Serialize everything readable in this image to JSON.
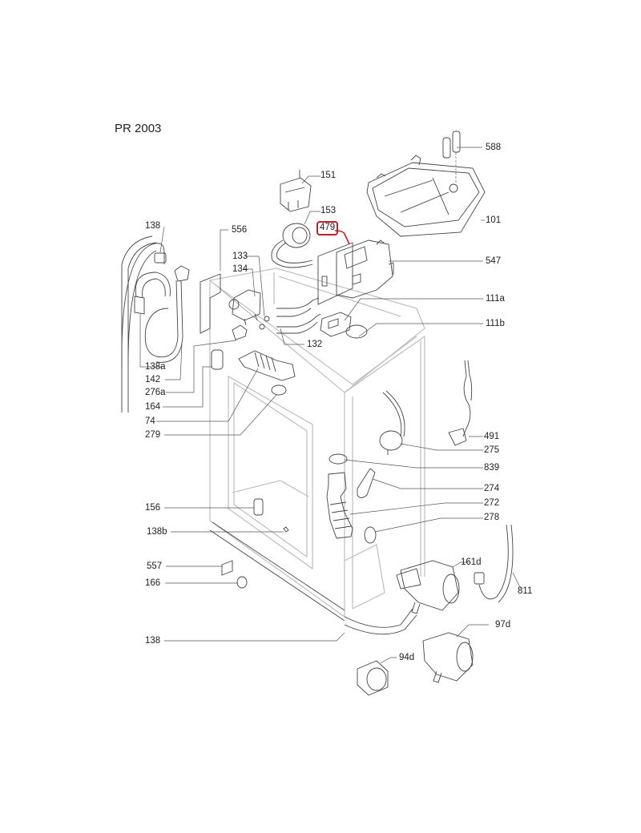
{
  "diagram": {
    "title": "PR 2003",
    "highlight_color": "#c0202a",
    "highlighted_part": "479",
    "parts": [
      {
        "id": "588",
        "label": "588"
      },
      {
        "id": "151",
        "label": "151"
      },
      {
        "id": "101",
        "label": "101"
      },
      {
        "id": "153",
        "label": "153"
      },
      {
        "id": "479",
        "label": "479",
        "highlighted": true
      },
      {
        "id": "138-top",
        "label": "138"
      },
      {
        "id": "556",
        "label": "556"
      },
      {
        "id": "547",
        "label": "547"
      },
      {
        "id": "133",
        "label": "133"
      },
      {
        "id": "134",
        "label": "134"
      },
      {
        "id": "111a",
        "label": "111a"
      },
      {
        "id": "111b",
        "label": "111b"
      },
      {
        "id": "132",
        "label": "132"
      },
      {
        "id": "138a",
        "label": "138a"
      },
      {
        "id": "142",
        "label": "142"
      },
      {
        "id": "276a",
        "label": "276a"
      },
      {
        "id": "164",
        "label": "164"
      },
      {
        "id": "74",
        "label": "74"
      },
      {
        "id": "279",
        "label": "279"
      },
      {
        "id": "491",
        "label": "491"
      },
      {
        "id": "275",
        "label": "275"
      },
      {
        "id": "839",
        "label": "839"
      },
      {
        "id": "274",
        "label": "274"
      },
      {
        "id": "272",
        "label": "272"
      },
      {
        "id": "278",
        "label": "278"
      },
      {
        "id": "156",
        "label": "156"
      },
      {
        "id": "138b",
        "label": "138b"
      },
      {
        "id": "161d",
        "label": "161d"
      },
      {
        "id": "557",
        "label": "557"
      },
      {
        "id": "811",
        "label": "811"
      },
      {
        "id": "166",
        "label": "166"
      },
      {
        "id": "97d",
        "label": "97d"
      },
      {
        "id": "138-bottom",
        "label": "138"
      },
      {
        "id": "94d",
        "label": "94d"
      }
    ]
  }
}
